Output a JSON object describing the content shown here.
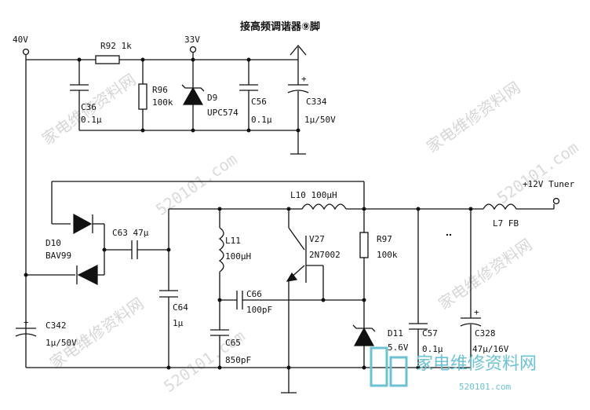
{
  "title": "接高频调谐器⑨脚",
  "rails": {
    "v40": "40V",
    "v33": "33V",
    "tuner": "+12V Tuner"
  },
  "components": {
    "r92": "R92  1k",
    "c36_name": "C36",
    "c36_val": "0.1μ",
    "r96_name": "R96",
    "r96_val": "100k",
    "d9_name": "D9",
    "d9_val": "UPC574",
    "c56_name": "C56",
    "c56_val": "0.1μ",
    "c334_name": "C334",
    "c334_val": "1μ/50V",
    "d10_name": "D10",
    "d10_val": "BAV99",
    "c63": "C63  47μ",
    "c342_name": "C342",
    "c342_val": "1μ/50V",
    "c64_name": "C64",
    "c64_val": "1μ",
    "l11_name": "L11",
    "l11_val": "100μH",
    "c66_name": "C66",
    "c66_val": "100pF",
    "c65_name": "C65",
    "c65_val": "850pF",
    "l10": "L10  100μH",
    "v27_name": "V27",
    "v27_val": "2N7002",
    "r97_name": "R97",
    "r97_val": "100k",
    "d11_name": "D11",
    "d11_val": "5.6V",
    "c57_name": "C57",
    "c57_val": "0.1μ",
    "c328_name": "C328",
    "c328_val": "47μ/16V",
    "l7": "L7  FB"
  },
  "watermark": {
    "text1": "家电维修资料网",
    "text2": "520101.com",
    "logo": "家电维修资料网",
    "url": "520101.com"
  }
}
